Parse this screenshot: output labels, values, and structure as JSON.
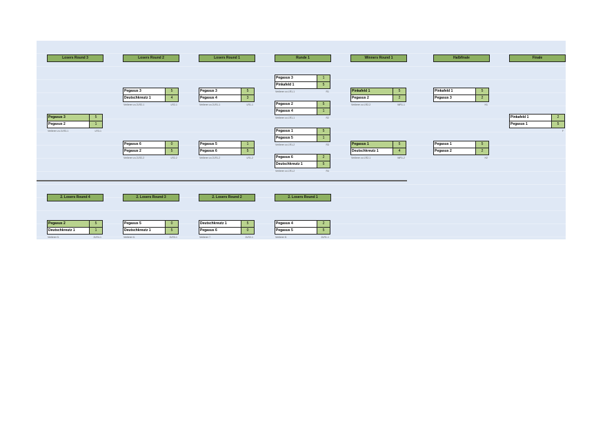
{
  "columns": [
    {
      "header": "Losers Round 3",
      "matches": [
        {
          "p": [
            [
              "Pegasus 3",
              "5",
              true
            ],
            [
              "Pegasus 2",
              "1",
              false
            ]
          ],
          "note": "Verlierer zu 2LR3-1",
          "code": "LR3-1"
        }
      ]
    },
    {
      "header": "Losers Round 2",
      "matches": [
        {
          "p": [
            [
              "Pegasus 3",
              "5",
              false
            ],
            [
              "Deutschkreutz 1",
              "4",
              false
            ]
          ],
          "note": "Verlierer zu 2LR2-1",
          "code": "LR2-1"
        },
        {
          "p": [
            [
              "Pegasus 6",
              "0",
              false
            ],
            [
              "Pegasus 2",
              "5",
              false
            ]
          ],
          "note": "Verlierer zu 2LR2-2",
          "code": "LR2-2"
        }
      ]
    },
    {
      "header": "Losers Round 1",
      "matches": [
        {
          "p": [
            [
              "Pegasus 3",
              "5",
              false
            ],
            [
              "Pegasus 4",
              "3",
              false
            ]
          ],
          "note": "Verlierer zu 2LR1-1",
          "code": "LR1-1"
        },
        {
          "p": [
            [
              "Pegasus 5",
              "1",
              false
            ],
            [
              "Pegasus 6",
              "5",
              false
            ]
          ],
          "note": "Verlierer zu 2LR1-2",
          "code": "LR1-2"
        }
      ]
    },
    {
      "header": "Runde 1",
      "matches": [
        {
          "p": [
            [
              "Pegasus 3",
              "1",
              false
            ],
            [
              "Pinkafeld 1",
              "5",
              false
            ]
          ],
          "note": "Verlierer zu LR1-1",
          "code": "R1"
        },
        {
          "p": [
            [
              "Pegasus 2",
              "5",
              false
            ],
            [
              "Pegasus 4",
              "1",
              false
            ]
          ],
          "note": "Verlierer zu LR1-1",
          "code": "R2"
        },
        {
          "p": [
            [
              "Pegasus 1",
              "5",
              false
            ],
            [
              "Pegasus 5",
              "1",
              false
            ]
          ],
          "note": "Verlierer zu LR1-2",
          "code": "R3"
        },
        {
          "p": [
            [
              "Pegasus 6",
              "2",
              false
            ],
            [
              "Deutschkreutz 1",
              "5",
              false
            ]
          ],
          "note": "Verlierer zu LR1-2",
          "code": "R4"
        }
      ]
    },
    {
      "header": "Winners Round 1",
      "matches": [
        {
          "p": [
            [
              "Pinkafeld 1",
              "5",
              true
            ],
            [
              "Pegasus 2",
              "2",
              false
            ]
          ],
          "note": "Verlierer zu LR2-2",
          "code": "WR1-1"
        },
        {
          "p": [
            [
              "Pegasus 1",
              "5",
              true
            ],
            [
              "Deutschkreutz 1",
              "4",
              false
            ]
          ],
          "note": "Verlierer zu LR2-1",
          "code": "WR1-2"
        }
      ]
    },
    {
      "header": "Halbfinale",
      "matches": [
        {
          "p": [
            [
              "Pinkafeld 1",
              "5",
              false
            ],
            [
              "Pegasus 3",
              "2",
              false
            ]
          ],
          "note": "",
          "code": "H1"
        },
        {
          "p": [
            [
              "Pegasus 1",
              "5",
              false
            ],
            [
              "Pegasus 2",
              "2",
              false
            ]
          ],
          "note": "",
          "code": "H2"
        }
      ]
    },
    {
      "header": "Finale",
      "matches": [
        {
          "p": [
            [
              "Pinkafeld 1",
              "2",
              false
            ],
            [
              "Pegasus 1",
              "5",
              false
            ]
          ],
          "note": "",
          "code": "F"
        }
      ]
    },
    {
      "header": "2. Losers Round 4",
      "matches": [
        {
          "p": [
            [
              "Pegasus 2",
              "5",
              true
            ],
            [
              "Deutschkreutz 1",
              "1",
              false
            ]
          ],
          "note": "Verlierer 5.",
          "code": "2LR4-1"
        }
      ]
    },
    {
      "header": "2. Losers Round 3",
      "matches": [
        {
          "p": [
            [
              "Pegasus 5",
              "0",
              false
            ],
            [
              "Deutschkreutz 1",
              "5",
              false
            ]
          ],
          "note": "Verlierer 6.",
          "code": "2LR3-1"
        }
      ]
    },
    {
      "header": "2. Losers Round 2",
      "matches": [
        {
          "p": [
            [
              "Deutschkreutz 1",
              "5",
              false
            ],
            [
              "Pegasus 6",
              "0",
              false
            ]
          ],
          "note": "Verlierer 7.",
          "code": "2LR2-1"
        }
      ]
    },
    {
      "header": "2. Losers Round 1",
      "matches": [
        {
          "p": [
            [
              "Pegasus 4",
              "2",
              false
            ],
            [
              "Pegasus 5",
              "5",
              false
            ]
          ],
          "note": "Verlierer 8.",
          "code": "2LR1-1"
        }
      ]
    }
  ]
}
